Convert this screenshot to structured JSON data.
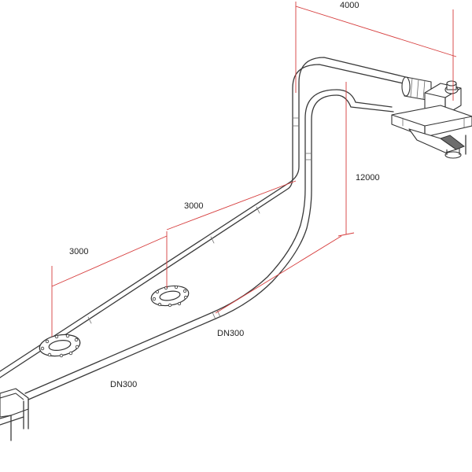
{
  "drawing": {
    "dimensions": {
      "top_width": "4000",
      "vertical_height": "12000",
      "segment_upper": "3000",
      "segment_lower": "3000"
    },
    "pipe_labels": {
      "upper_pipe": "DN300",
      "lower_pipe": "DN300"
    },
    "colors": {
      "dimension_line": "#d63c3c",
      "line_work": "#333333",
      "background": "#ffffff"
    }
  }
}
